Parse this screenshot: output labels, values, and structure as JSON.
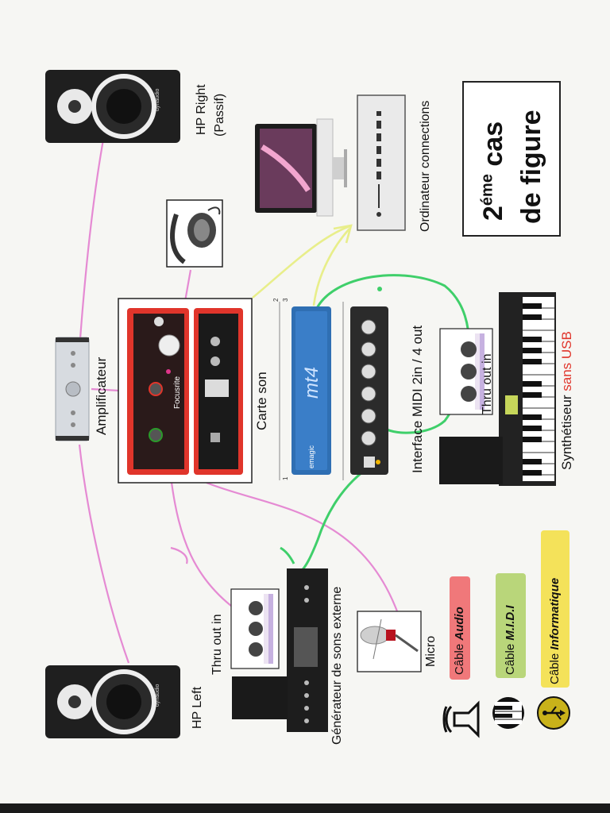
{
  "title": {
    "line1": "2",
    "line1_sup": "éme",
    "line1_rest": " cas",
    "line2": "de figure"
  },
  "labels": {
    "hp_right": "HP Right",
    "hp_right_sub": "(Passif)",
    "hp_left": "HP Left",
    "amplificateur": "Amplificateur",
    "carte_son": "Carte son",
    "ordinateur": "Ordinateur connections",
    "interface_midi": "Interface MIDI 2in / 4 out",
    "synth": "Synthétiseur ",
    "synth_accent": "sans USB",
    "thru_out_in_1": "Thru out in",
    "thru_out_in_2": "Thru out in",
    "generateur": "Générateur de sons externe",
    "micro": "Micro",
    "mt4": "mt4",
    "emagic": "emagic",
    "focusrite": "Focusrite"
  },
  "legend": [
    {
      "prefix": "Câble ",
      "name": "Audio",
      "color": "#f0787a"
    },
    {
      "prefix": "Câble ",
      "name": "M.I.D.I",
      "color": "#b9d67a"
    },
    {
      "prefix": "Câble ",
      "name": "Informatique",
      "color": "#f4e25a"
    }
  ],
  "colors": {
    "audio_cable": "#e58ad3",
    "midi_cable": "#3fcf6a",
    "usb_cable": "#e8ee8a",
    "accent_red": "#e0352b",
    "interface_blue": "#2f6fb3"
  },
  "icons": [
    "speaker-icon",
    "piano-keys-icon",
    "usb-icon"
  ]
}
